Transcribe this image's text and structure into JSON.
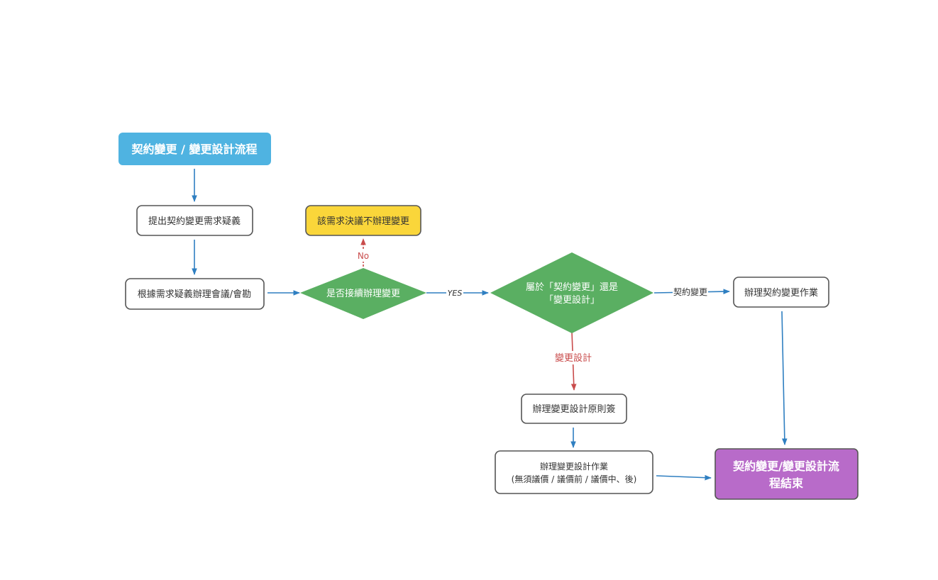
{
  "colors": {
    "start_fill": "#4fb3e1",
    "end_fill": "#b86bc9",
    "decision_fill": "#5aaf62",
    "reject_fill": "#fad63a",
    "box_stroke": "#555555",
    "arrow_blue": "#2f7fc1",
    "arrow_red": "#c94c4c",
    "text_dark": "#333333",
    "text_white": "#ffffff"
  },
  "nodes": {
    "start": {
      "label": "契約變更 / 變更設計流程"
    },
    "raise_question": {
      "label": "提出契約變更需求疑義"
    },
    "meeting": {
      "label": "根據需求疑義辦理會議/會勘"
    },
    "decision_continue": {
      "label": "是否接續辦理變更"
    },
    "rejected": {
      "label": "該需求決議不辦理變更"
    },
    "decision_type": {
      "line1": "屬於「契約變更」還是",
      "line2": "「變更設計」"
    },
    "contract_change_work": {
      "label": "辦理契約變更作業"
    },
    "design_principle": {
      "label": "辦理變更設計原則簽"
    },
    "design_work": {
      "line1": "辦理變更設計作業",
      "line2": "(無須議價 / 議價前 / 議價中、後)"
    },
    "end": {
      "line1": "契約變更/變更設計流",
      "line2": "程結束"
    }
  },
  "edges": {
    "no_label": "No",
    "yes_label": "YES",
    "contract_label": "契約變更",
    "design_label": "變更設計"
  }
}
